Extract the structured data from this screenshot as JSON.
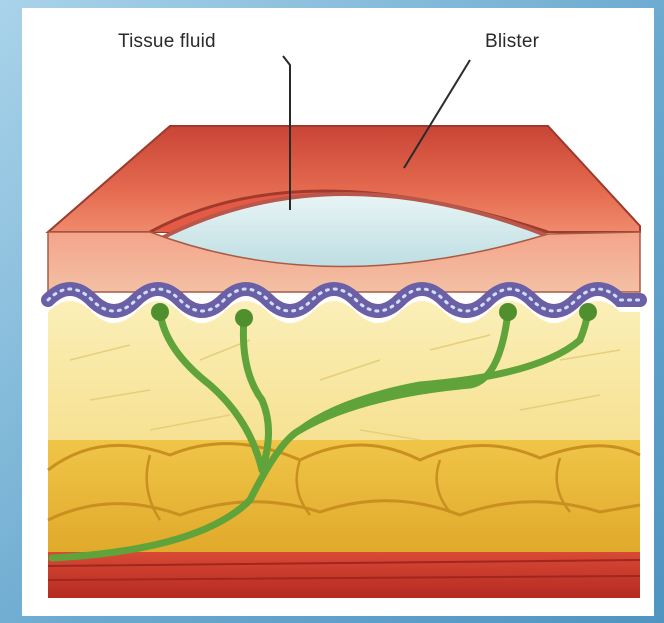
{
  "labels": {
    "tissue_fluid": "Tissue fluid",
    "blister": "Blister"
  },
  "colors": {
    "background": "#6aa9cf",
    "panel": "#ffffff",
    "epidermis_top": "#e0604a",
    "epidermis_side": "#c94a3a",
    "blister_fluid": "#cfe7ea",
    "dermis": "#f2b79a",
    "fat_layer": "#f6e49a",
    "fat_lobules": "#eab83a",
    "muscle": "#c9362a",
    "nerve": "#5fa33a"
  },
  "icons": [
    "skin-cross-section-diagram"
  ]
}
